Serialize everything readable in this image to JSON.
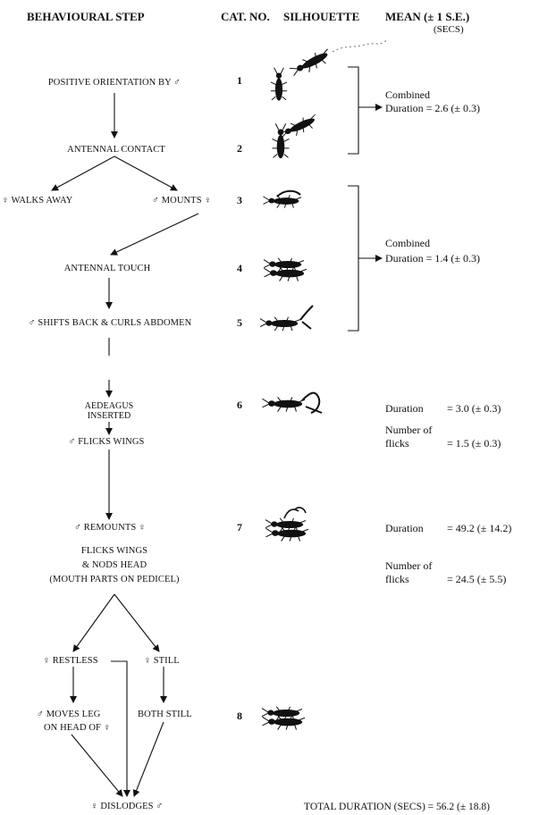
{
  "header": {
    "col_step": "BEHAVIOURAL STEP",
    "col_cat": "CAT. NO.",
    "col_sil": "SILHOUETTE",
    "col_mean": "MEAN  (± 1 S.E.)",
    "col_units": "(SECS)"
  },
  "steps": {
    "positive_orientation": "POSITIVE ORIENTATION BY ♂",
    "antennal_contact": "ANTENNAL CONTACT",
    "walks_away": "♀ WALKS AWAY",
    "mounts": "♂ MOUNTS ♀",
    "antennal_touch": "ANTENNAL TOUCH",
    "shifts_back": "♂ SHIFTS BACK & CURLS ABDOMEN",
    "aedeagus_1": "AEDEAGUS",
    "aedeagus_2": "INSERTED",
    "flicks_wings": "♂  FLICKS WINGS",
    "remounts": "♂ REMOUNTS ♀",
    "flicks_nods_1": "FLICKS WINGS",
    "flicks_nods_2": "& NODS HEAD",
    "flicks_nods_3": "(MOUTH PARTS ON PEDICEL)",
    "restless": "♀ RESTLESS",
    "still": "♀ STILL",
    "moves_leg_1": "♂ MOVES LEG",
    "moves_leg_2": "ON HEAD OF ♀",
    "both_still": "BOTH STILL",
    "dislodges": "♀ DISLODGES ♂"
  },
  "cat_numbers": [
    "1",
    "2",
    "3",
    "4",
    "5",
    "6",
    "7",
    "8"
  ],
  "stats": {
    "combined_1_a": "Combined",
    "combined_1_b": "Duration = 2.6 (± 0.3)",
    "combined_2_a": "Combined",
    "combined_2_b": "Duration = 1.4 (± 0.3)",
    "dur6_label": "Duration",
    "dur6_value": "= 3.0 (± 0.3)",
    "num6_label_a": "Number of",
    "num6_label_b": "flicks",
    "num6_value": "= 1.5 (± 0.3)",
    "dur7_label": "Duration",
    "dur7_value": "= 49.2 (± 14.2)",
    "num7_label_a": "Number of",
    "num7_label_b": "flicks",
    "num7_value": "= 24.5 (± 5.5)",
    "total": "TOTAL DURATION (SECS) = 56.2 (± 18.8)"
  },
  "colors": {
    "ink": "#111111",
    "background": "#ffffff"
  },
  "icons": [
    "beetle-silhouette-icon"
  ]
}
